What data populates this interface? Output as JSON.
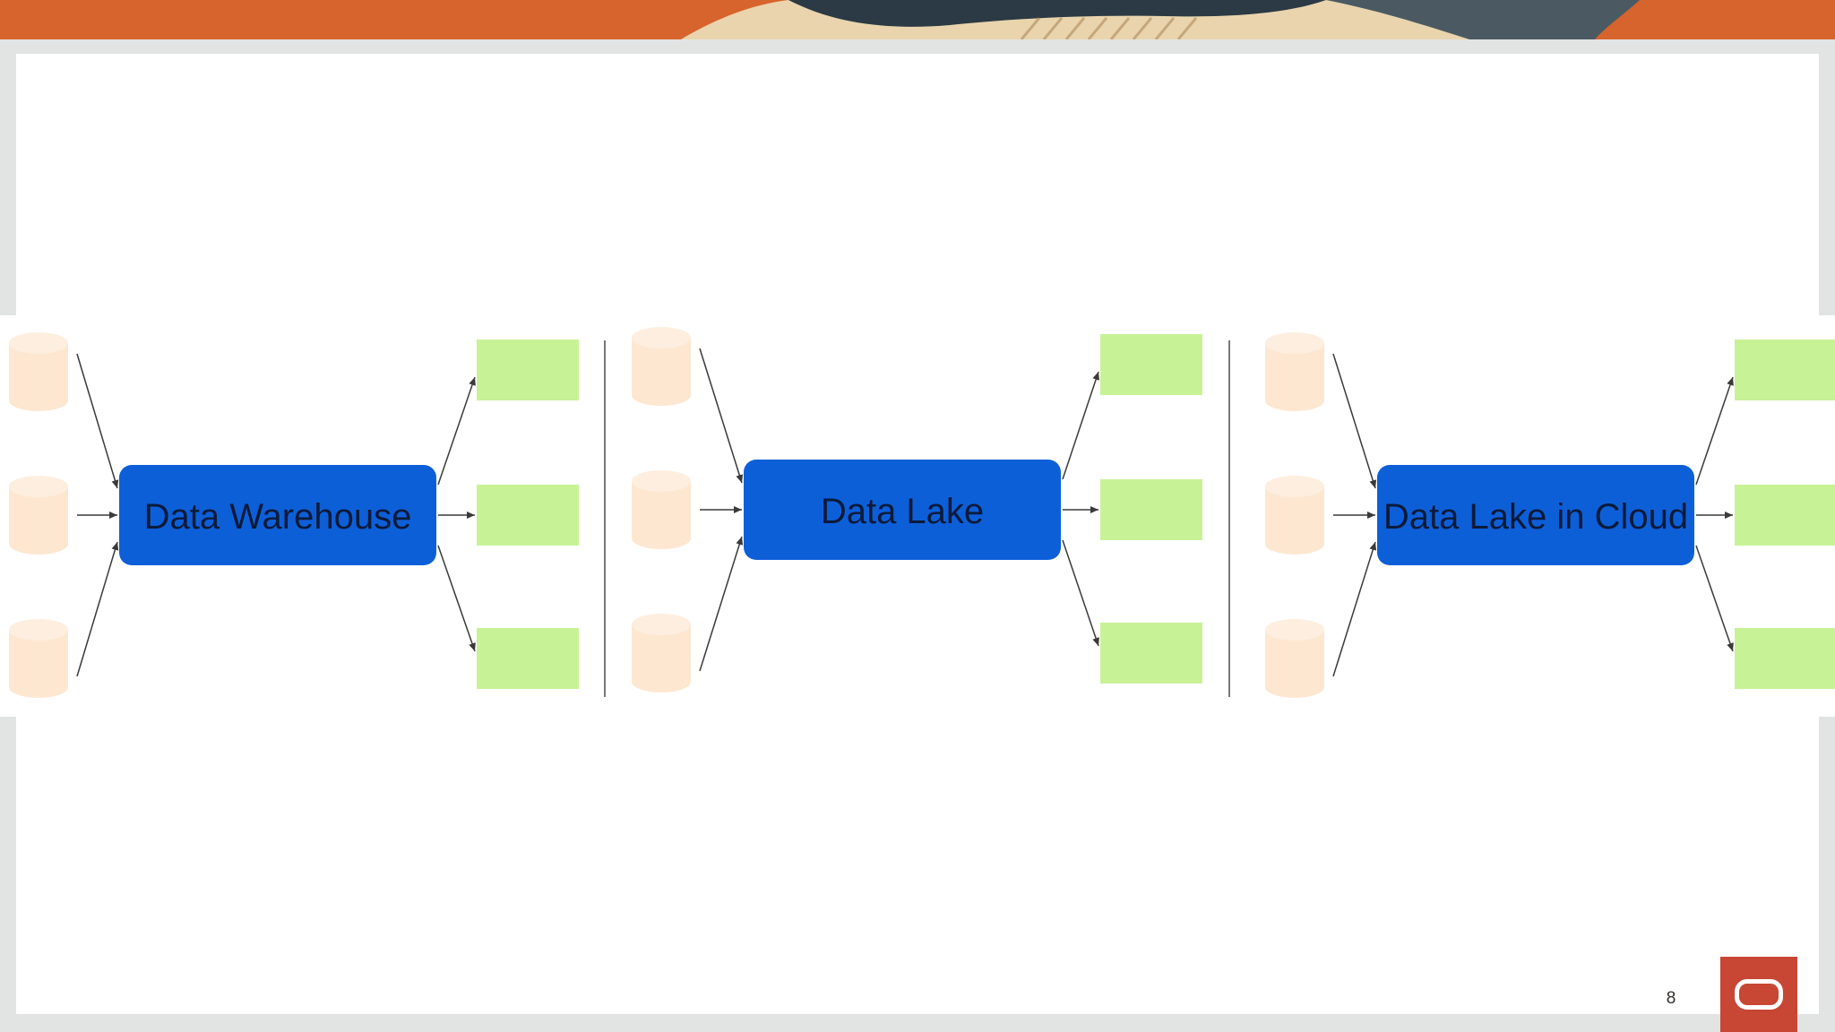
{
  "slide": {
    "page_number": "8"
  },
  "colors": {
    "banner_orange": "#de6b31",
    "banner_dark": "#2b3a44",
    "banner_tan": "#e9d4ad",
    "slide_bg": "#ffffff",
    "frame": "#e2e3e3",
    "process_box": "#0d5fd8",
    "source_cylinder": "#fde7d1",
    "output_box": "#c8f296",
    "connector": "#3a3a3a",
    "logo_red": "#c74634"
  },
  "icons": [
    "database-cylinder-icon",
    "oracle-logo-icon"
  ],
  "diagram": {
    "panels": [
      {
        "id": "warehouse",
        "label": "Data Warehouse",
        "sources": 3,
        "outputs": 3
      },
      {
        "id": "lake",
        "label": "Data Lake",
        "sources": 3,
        "outputs": 3
      },
      {
        "id": "lake-cloud",
        "label": "Data Lake in Cloud",
        "sources": 3,
        "outputs": 3
      }
    ]
  }
}
